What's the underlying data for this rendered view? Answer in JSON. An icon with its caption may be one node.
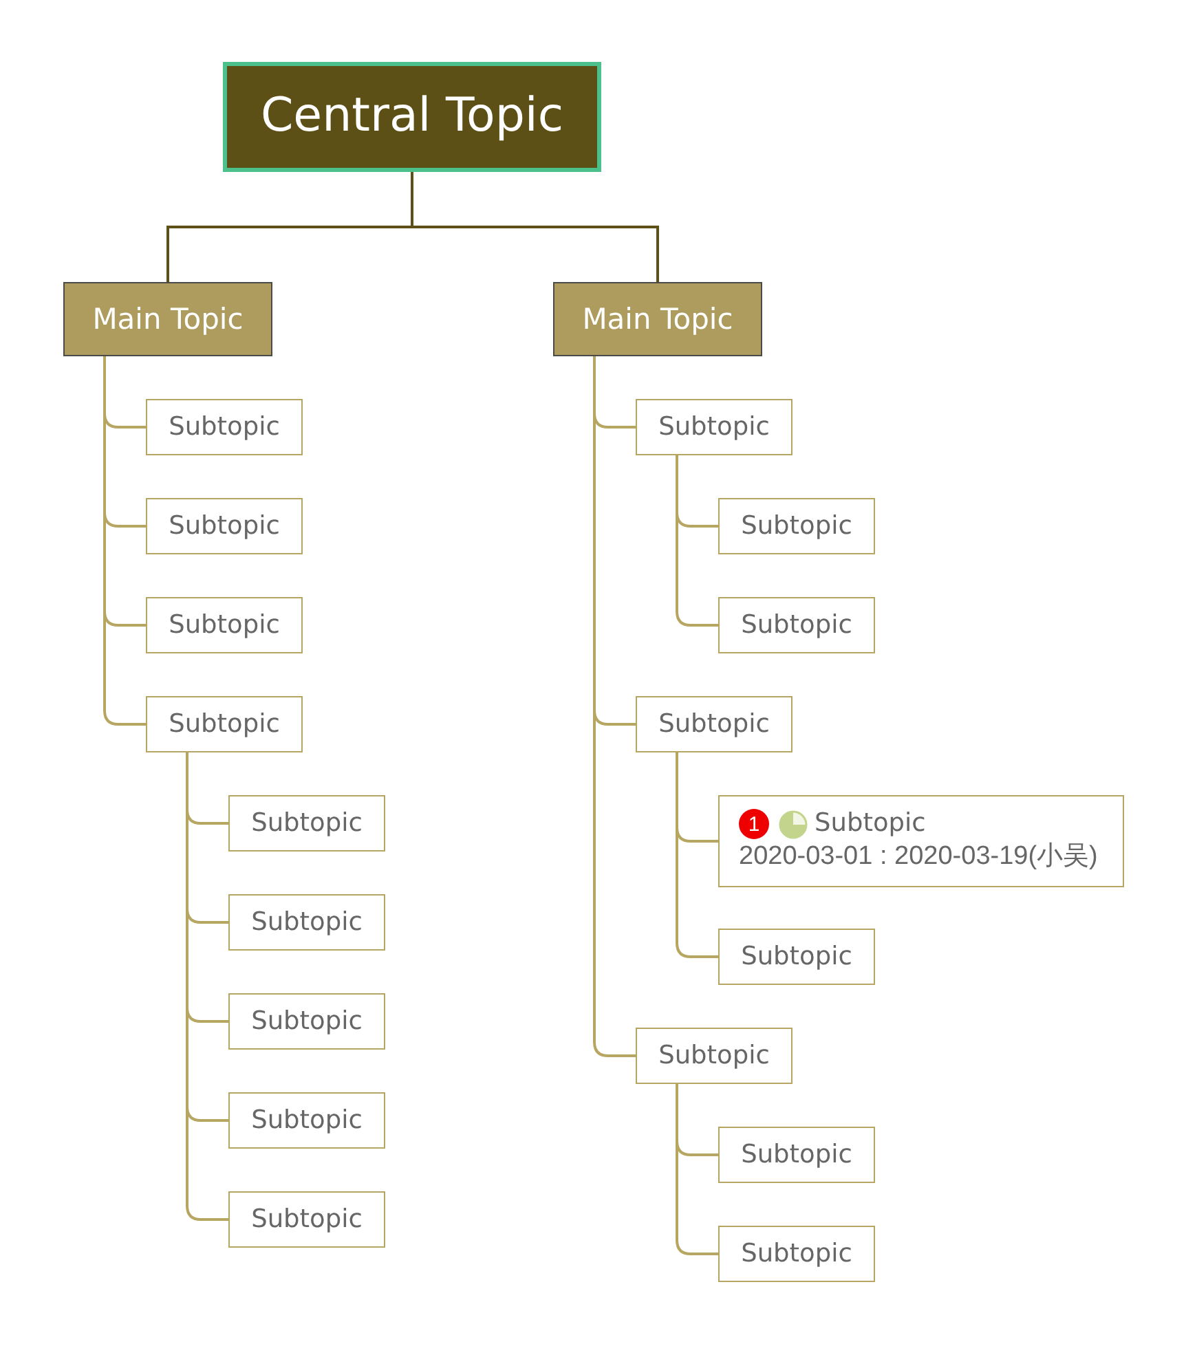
{
  "diagram": {
    "nodes": [
      {
        "text": [
          "Central Topic"
        ]
      },
      {
        "text": [
          "Main Topic"
        ]
      },
      {
        "text": [
          "Subtopic"
        ]
      },
      {
        "text": [
          "Subtopic"
        ]
      },
      {
        "text": [
          "Subtopic"
        ]
      },
      {
        "text": [
          "Subtopic"
        ]
      },
      {
        "text": [
          "Subtopic"
        ]
      },
      {
        "text": [
          "Subtopic"
        ]
      },
      {
        "text": [
          "Subtopic"
        ]
      },
      {
        "text": [
          "Subtopic"
        ]
      },
      {
        "text": [
          "Subtopic"
        ]
      },
      {
        "text": [
          "Main Topic"
        ]
      },
      {
        "text": [
          "Subtopic"
        ]
      },
      {
        "text": [
          "Subtopic"
        ]
      },
      {
        "text": [
          "Subtopic"
        ]
      },
      {
        "text": [
          "Subtopic"
        ]
      },
      {
        "text": [
          "1",
          "Subtopic",
          "2020-03-01 : 2020-03-19(小吴)"
        ]
      },
      {
        "text": [
          "Subtopic"
        ]
      },
      {
        "text": [
          "Subtopic"
        ]
      },
      {
        "text": [
          "Subtopic"
        ]
      },
      {
        "text": [
          "Subtopic"
        ]
      }
    ],
    "edges": [
      {
        "from": 0,
        "to": 1,
        "arrow": "none",
        "color": "#5e5019"
      },
      {
        "from": 0,
        "to": 11,
        "arrow": "none",
        "color": "#5e5019"
      },
      {
        "from": 1,
        "to": 2,
        "arrow": "none"
      },
      {
        "from": 1,
        "to": 3,
        "arrow": "none"
      },
      {
        "from": 1,
        "to": 4,
        "arrow": "none"
      },
      {
        "from": 1,
        "to": 5,
        "arrow": "none"
      },
      {
        "from": 5,
        "to": 6,
        "arrow": "none"
      },
      {
        "from": 5,
        "to": 7,
        "arrow": "none"
      },
      {
        "from": 5,
        "to": 8,
        "arrow": "none"
      },
      {
        "from": 5,
        "to": 9,
        "arrow": "none"
      },
      {
        "from": 5,
        "to": 10,
        "arrow": "none"
      },
      {
        "from": 11,
        "to": 12,
        "arrow": "none"
      },
      {
        "from": 12,
        "to": 13,
        "arrow": "none"
      },
      {
        "from": 12,
        "to": 14,
        "arrow": "none"
      },
      {
        "from": 11,
        "to": 15,
        "arrow": "none"
      },
      {
        "from": 15,
        "to": 16,
        "arrow": "none"
      },
      {
        "from": 15,
        "to": 17,
        "arrow": "none"
      },
      {
        "from": 11,
        "to": 18,
        "arrow": "none"
      },
      {
        "from": 18,
        "to": 19,
        "arrow": "none"
      },
      {
        "from": 18,
        "to": 20,
        "arrow": "none"
      }
    ]
  }
}
